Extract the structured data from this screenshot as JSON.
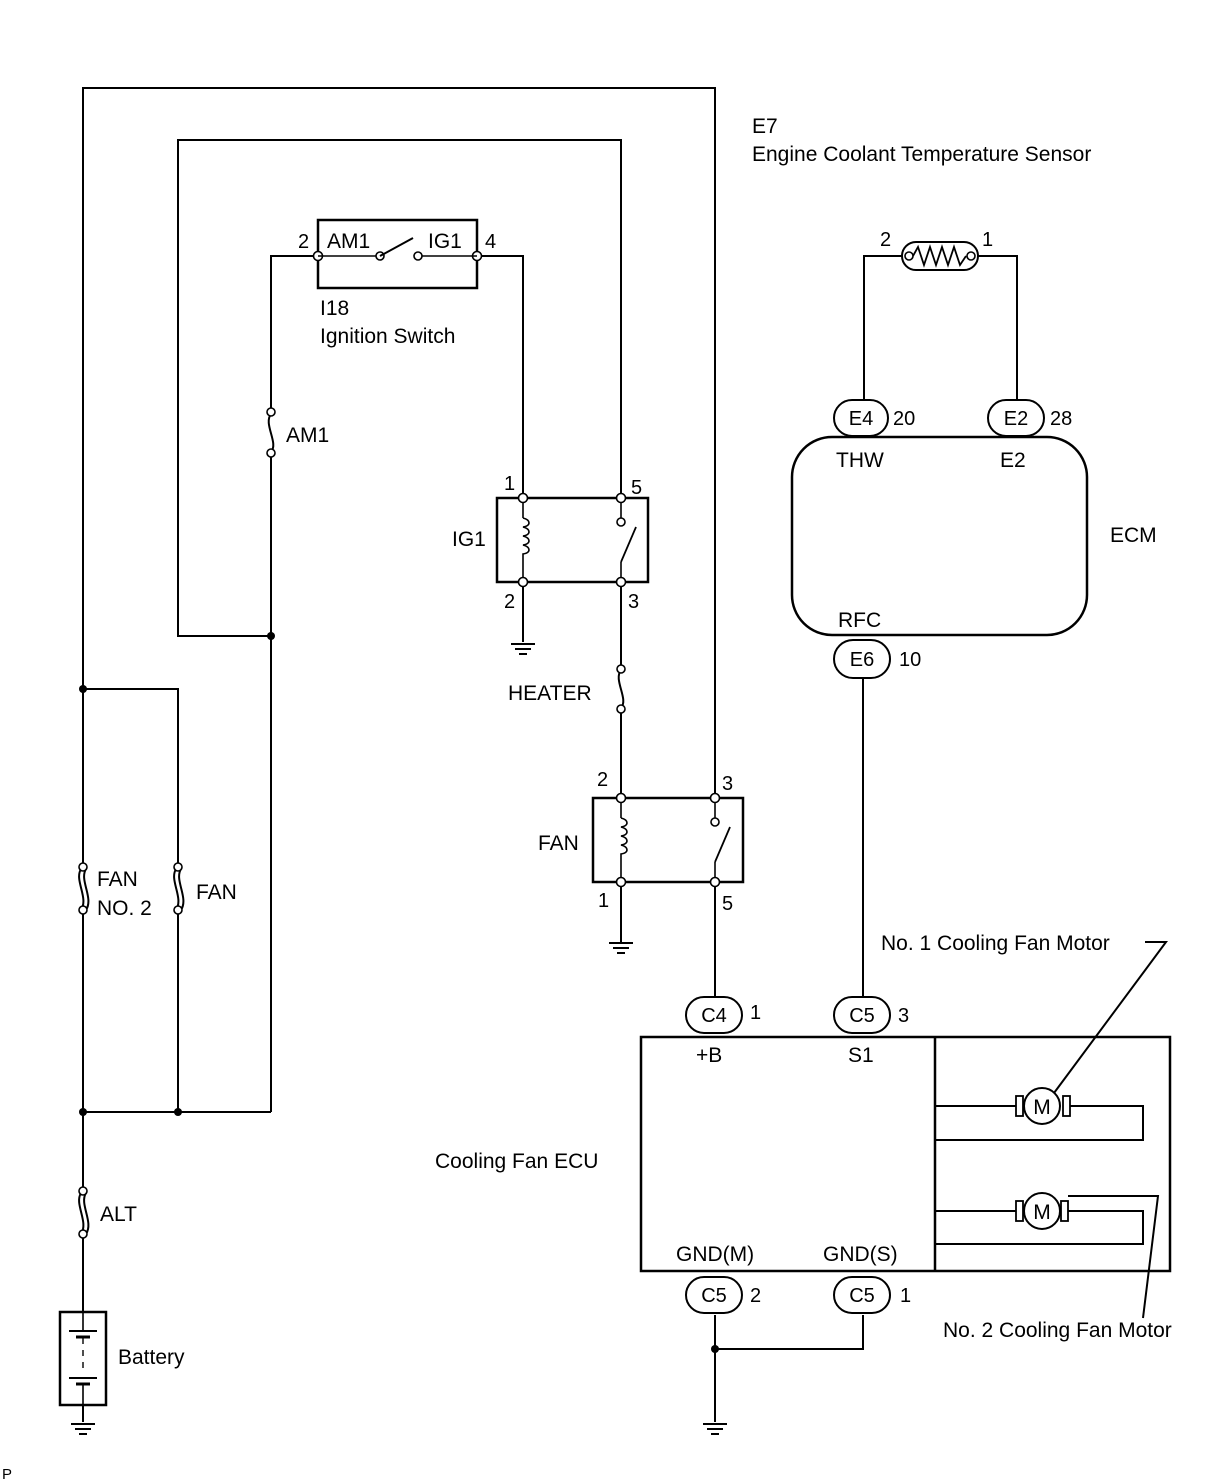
{
  "components": {
    "ect_sensor": {
      "code": "E7",
      "name": "Engine Coolant Temperature Sensor",
      "pins": [
        "2",
        "1"
      ]
    },
    "ignition_switch": {
      "code": "I18",
      "name": "Ignition Switch",
      "pin_left": "2",
      "pin_right": "4",
      "term_left": "AM1",
      "term_right": "IG1"
    },
    "fuse_am1": {
      "label": "AM1"
    },
    "relay_ig1": {
      "label": "IG1",
      "pins": [
        "1",
        "5",
        "2",
        "3"
      ]
    },
    "fuse_heater": {
      "label": "HEATER"
    },
    "relay_fan": {
      "label": "FAN",
      "pins": [
        "2",
        "3",
        "1",
        "5"
      ]
    },
    "fuse_fan_no2": {
      "label_line1": "FAN",
      "label_line2": "NO. 2"
    },
    "fuse_fan": {
      "label": "FAN"
    },
    "fuse_alt": {
      "label": "ALT"
    },
    "battery": {
      "label": "Battery"
    },
    "ecm": {
      "label": "ECM",
      "connectors": [
        {
          "name": "E4",
          "pin": "20",
          "terminal": "THW"
        },
        {
          "name": "E2",
          "pin": "28",
          "terminal": "E2"
        },
        {
          "name": "E6",
          "pin": "10",
          "terminal": "RFC"
        }
      ]
    },
    "cooling_fan_ecu": {
      "label": "Cooling Fan ECU",
      "connectors": [
        {
          "name": "C4",
          "pin": "1",
          "terminal": "+B"
        },
        {
          "name": "C5",
          "pin": "3",
          "terminal": "S1"
        },
        {
          "name": "C5",
          "pin": "2",
          "terminal": "GND(M)"
        },
        {
          "name": "C5",
          "pin": "1",
          "terminal": "GND(S)"
        }
      ]
    },
    "fan_motor_1": {
      "label": "No. 1 Cooling Fan Motor",
      "symbol": "M"
    },
    "fan_motor_2": {
      "label": "No. 2 Cooling Fan Motor",
      "symbol": "M"
    }
  },
  "footer": {
    "mark": "P"
  }
}
